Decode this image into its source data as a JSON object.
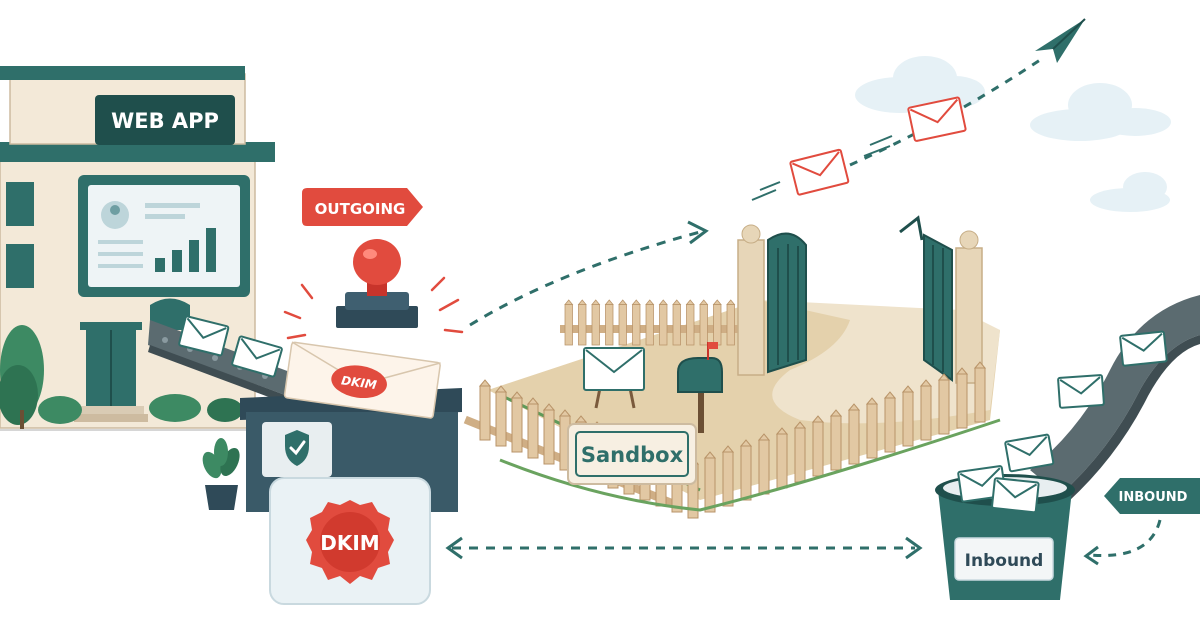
{
  "labels": {
    "web_app": "WEB APP",
    "outgoing": "OUTGOING",
    "dkim_envelope": "DKIM",
    "dkim_badge": "DKIM",
    "sandbox": "Sandbox",
    "inbound_tag": "INBOUND",
    "inbound_bin": "Inbound"
  },
  "icons": {
    "building": "web-app-building-icon",
    "stamp": "rubber-stamp-icon",
    "shield": "shield-check-icon",
    "mailbox": "mailbox-icon",
    "paper_plane": "paper-plane-icon",
    "envelope": "envelope-icon",
    "cloud": "cloud-icon"
  },
  "colors": {
    "teal": "#2f6f6a",
    "teal_dark": "#1f4f4c",
    "red": "#e14b3e",
    "cream": "#f3e9d8",
    "wood": "#dcc19b",
    "sky": "#e6f1f6"
  }
}
